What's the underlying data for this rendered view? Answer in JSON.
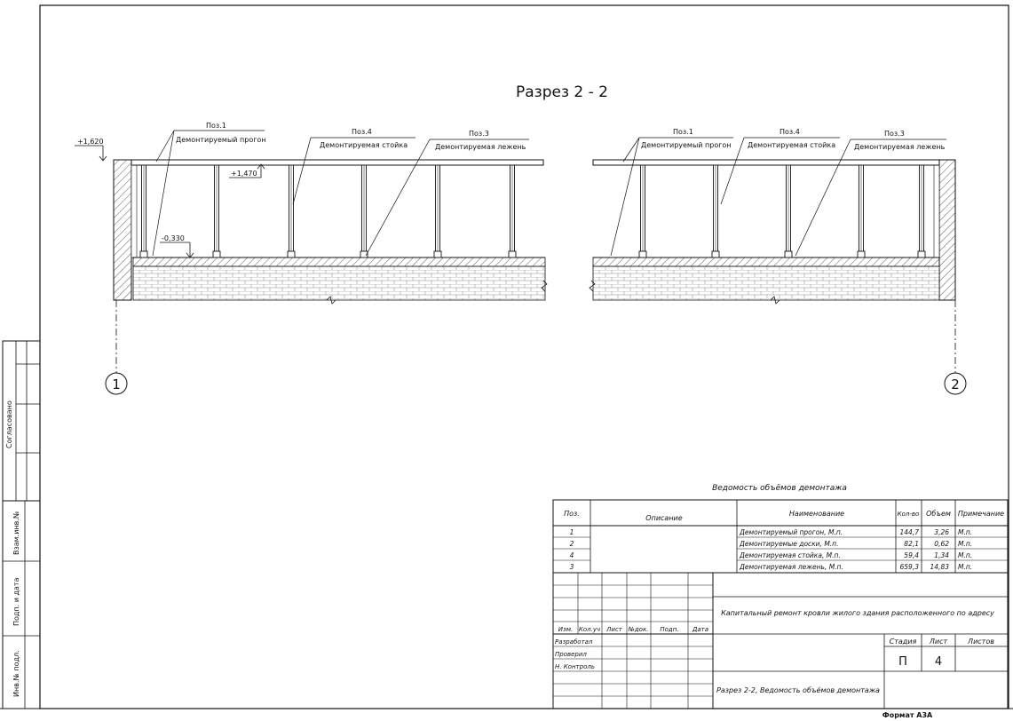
{
  "drawing": {
    "title": "Разрез 2 - 2",
    "left_view": {
      "callouts": [
        {
          "pos": "Поз.1",
          "text": "Демонтируемый прогон"
        },
        {
          "pos": "Поз.4",
          "text": "Демонтируемая стойка"
        },
        {
          "pos": "Поз.3",
          "text": "Демонтируемая лежень"
        }
      ],
      "elevations": [
        "+1,620",
        "+1,470",
        "-0,330"
      ]
    },
    "right_view": {
      "callouts": [
        {
          "pos": "Поз.1",
          "text": "Демонтируемый прогон"
        },
        {
          "pos": "Поз.4",
          "text": "Демонтируемая стойка"
        },
        {
          "pos": "Поз.3",
          "text": "Демонтируемая лежень"
        }
      ]
    },
    "axes": [
      "1",
      "2"
    ]
  },
  "side_stamp": [
    "Согласовано",
    "Взам.инв.№",
    "Подп. и дата",
    "Инв.№ подл."
  ],
  "schedule": {
    "title": "Ведомость объёмов демонтажа",
    "headers": [
      "Поз.",
      "Описание",
      "Наименование",
      "Кол-во",
      "Объем",
      "Примечание"
    ],
    "rows": [
      {
        "pos": "1",
        "name": "Демонтируемый прогон, М.п.",
        "qty": "144,7",
        "vol": "3,26",
        "note": "М.п."
      },
      {
        "pos": "2",
        "name": "Демонтируемые доски, М.п.",
        "qty": "82,1",
        "vol": "0,62",
        "note": "М.п."
      },
      {
        "pos": "4",
        "name": "Демонтируемая стойка, М.п.",
        "qty": "59,4",
        "vol": "1,34",
        "note": "М.п."
      },
      {
        "pos": "3",
        "name": "Демонтируемая лежень, М.п.",
        "qty": "659,3",
        "vol": "14,83",
        "note": "М.п."
      }
    ]
  },
  "title_block": {
    "col_headers": [
      "Изм.",
      "Кол.уч",
      "Лист",
      "№док.",
      "Подп.",
      "Дата"
    ],
    "roles": [
      "Разработал",
      "Проверил",
      "Н. Контроль"
    ],
    "project": "Капитальный ремонт кровли жилого здания расположенного по адресу",
    "sheet_title": "Разрез 2-2, Ведомость объёмов демонтажа",
    "stage_label": "Стадия",
    "sheet_label": "Лист",
    "sheets_label": "Листов",
    "stage_value": "П",
    "sheet_value": "4",
    "format": "Формат А3А"
  }
}
